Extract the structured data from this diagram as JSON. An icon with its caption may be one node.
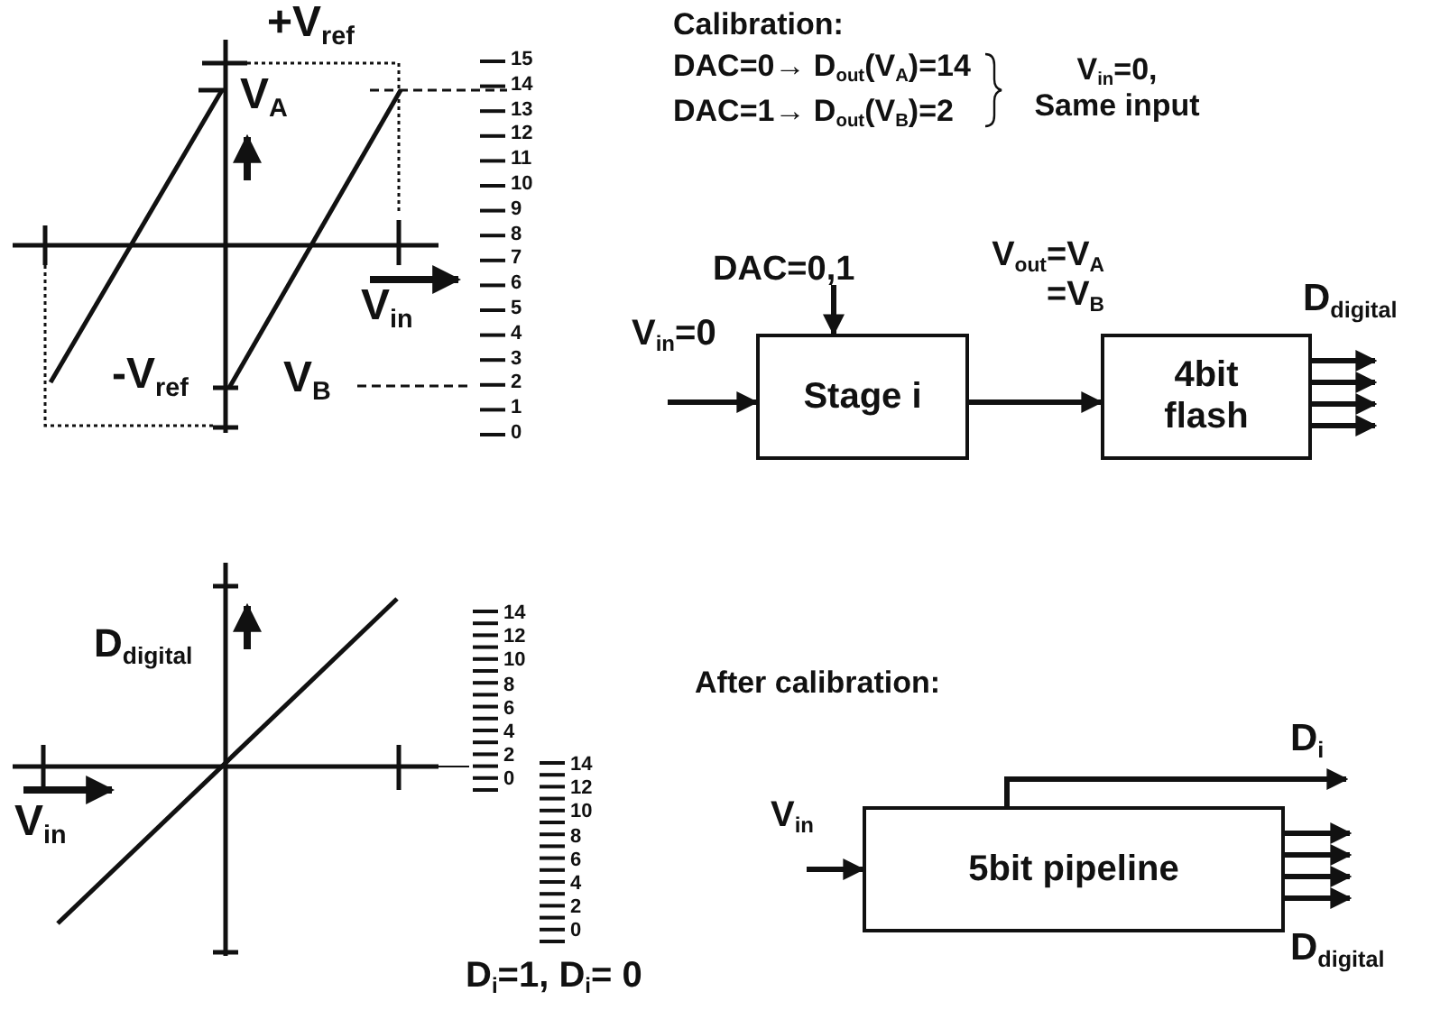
{
  "diagram": {
    "nodes": [
      {
        "text": [
          "Stage i"
        ]
      },
      {
        "text": [
          "4bit flash"
        ],
        "beside": [
          "D$_{digital}$"
        ]
      },
      {
        "text": [
          "5bit pipeline"
        ],
        "beside": [
          "D$_{digital}$"
        ]
      }
    ],
    "edges": [
      {
        "from": null,
        "to": 0,
        "arrow": "to",
        "label": "V$_{in}$=0"
      },
      {
        "from": null,
        "to": 0,
        "arrow": "to",
        "label": "DAC=0,1"
      },
      {
        "from": 0,
        "to": 1,
        "arrow": "to",
        "label": "V$_{out}$=V$_{A}$ =V$_{B}$"
      },
      {
        "from": 1,
        "to": null,
        "arrow": "to"
      },
      {
        "from": 1,
        "to": null,
        "arrow": "to"
      },
      {
        "from": 1,
        "to": null,
        "arrow": "to"
      },
      {
        "from": 1,
        "to": null,
        "arrow": "to"
      },
      {
        "from": null,
        "to": 2,
        "arrow": "to",
        "label": "V$_{in}$"
      },
      {
        "from": 2,
        "to": null,
        "arrow": "to",
        "label": "D$_{i}$"
      },
      {
        "from": 2,
        "to": null,
        "arrow": "to"
      },
      {
        "from": 2,
        "to": null,
        "arrow": "to"
      },
      {
        "from": 2,
        "to": null,
        "arrow": "to"
      },
      {
        "from": 2,
        "to": null,
        "arrow": "to"
      }
    ],
    "labels": [
      "+V$_{ref}$",
      "V$_{A}$",
      "V$_{in}$",
      "-V$_{ref}$",
      "V$_{B}$",
      "15",
      "14",
      "13",
      "12",
      "11",
      "10",
      "9",
      "8",
      "7",
      "6",
      "5",
      "4",
      "3",
      "2",
      "1",
      "0",
      "Calibration:",
      "DAC=0→ D$_{out}$(V$_{A}$)=14",
      "DAC=1→ D$_{out}$(V$_{B}$)=2",
      "V$_{in}$=0, Same input",
      "D$_{digital}$",
      "V$_{in}$",
      "14",
      "12",
      "10",
      "8",
      "6",
      "4",
      "2",
      "0",
      "14",
      "12",
      "10",
      "8",
      "6",
      "4",
      "2",
      "0",
      "D$_{i}$=1, D$_{i}$= 0",
      "After calibration:"
    ]
  }
}
